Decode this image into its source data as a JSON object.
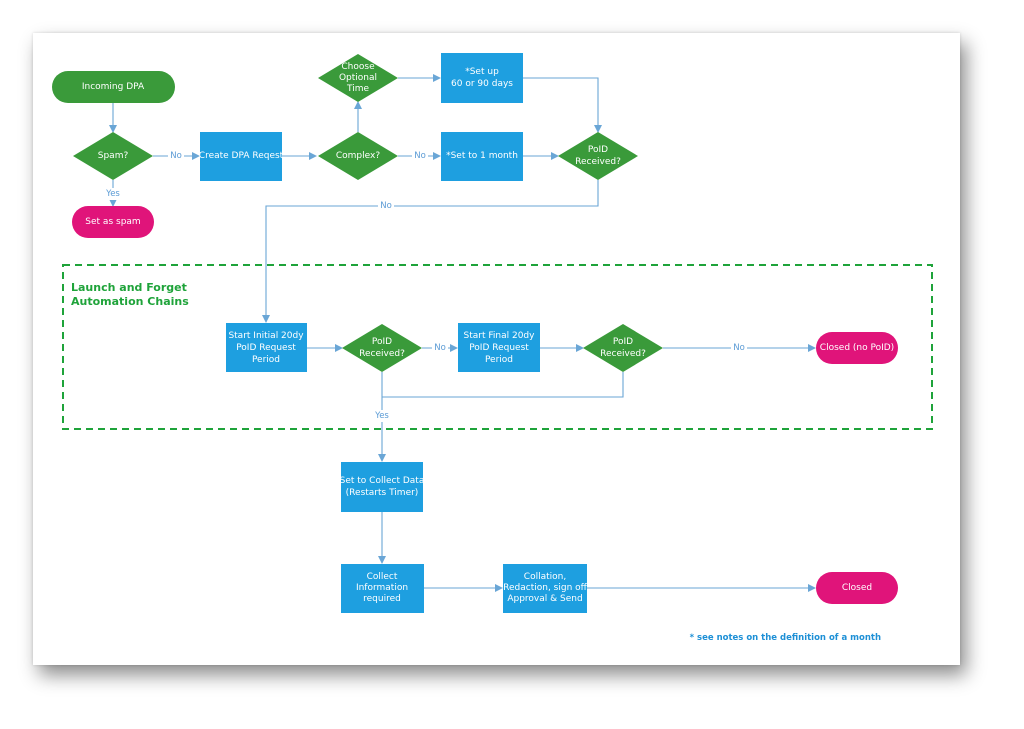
{
  "diagram": {
    "nodes": {
      "incoming": [
        "Incoming DPA"
      ],
      "spam_q": [
        "Spam?"
      ],
      "set_spam": [
        "Set as spam"
      ],
      "create": [
        "Create DPA Reqest"
      ],
      "complex_q": [
        "Complex?"
      ],
      "choose": [
        "Choose",
        "Optional",
        "Time"
      ],
      "setup": [
        "*Set up",
        "60 or 90 days"
      ],
      "month": [
        "*Set to 1 month"
      ],
      "poid1": [
        "PoID",
        "Received?"
      ],
      "start_initial": [
        "Start Initial 20dy",
        "PoID Request",
        "Period"
      ],
      "poid2": [
        "PoID",
        "Received?"
      ],
      "start_final": [
        "Start Final 20dy",
        "PoID Request",
        "Period"
      ],
      "poid3": [
        "PoID",
        "Received?"
      ],
      "closed_nopoid": [
        "Closed (no PoID)"
      ],
      "collect_data": [
        "Set to Collect Data",
        "(Restarts Timer)"
      ],
      "collect_info": [
        "Collect",
        "Information",
        "required"
      ],
      "collation": [
        "Collation,",
        "Redaction, sign off",
        "Approval & Send"
      ],
      "closed": [
        "Closed"
      ]
    },
    "edge_labels": {
      "spam_no": "No",
      "spam_yes": "Yes",
      "complex_no": "No",
      "poid1_no": "No",
      "poid2_no": "No",
      "poid3_no": "No",
      "poid_yes": "Yes"
    },
    "group_title": [
      "Launch and Forget",
      "Automation Chains"
    ],
    "footnote": "* see notes on the definition of a month",
    "colors": {
      "process": "#1e9fe0",
      "decision": "#3a9a3a",
      "start": "#3a9a3a",
      "terminal": "#e0147a",
      "connector": "#6aa6d6",
      "group_border": "#1fa33a"
    }
  }
}
